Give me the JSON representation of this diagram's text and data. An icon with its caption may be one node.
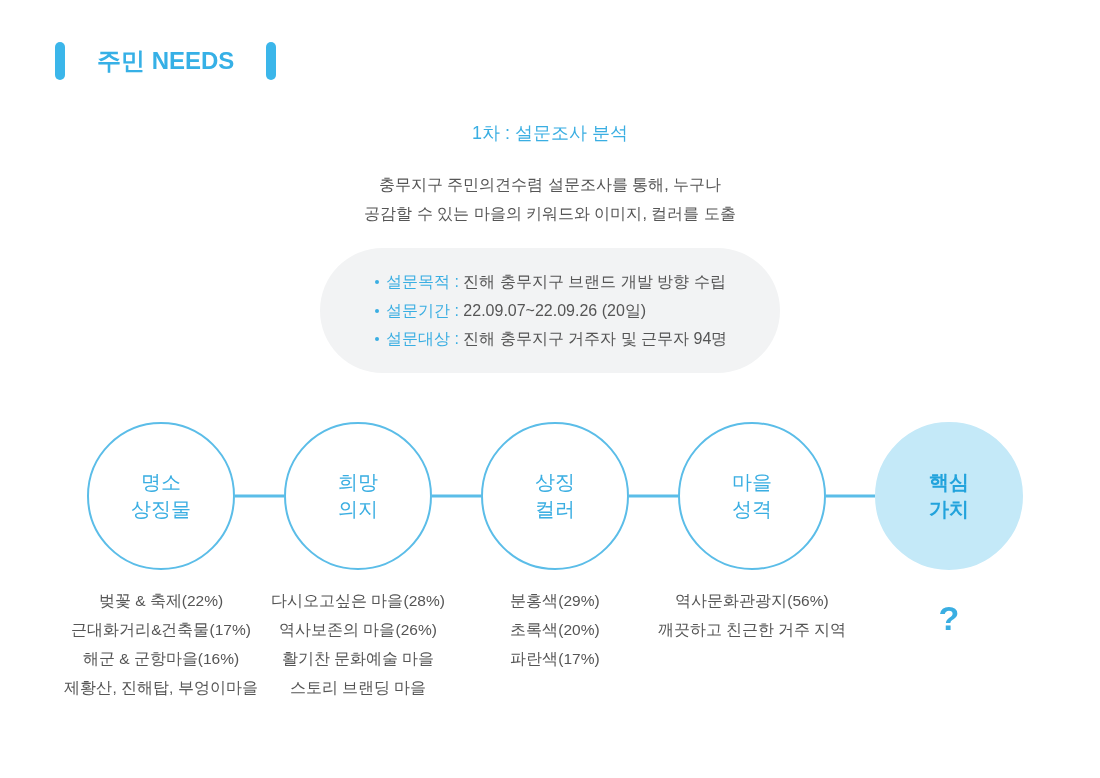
{
  "diagram": {
    "title": "주민 NEEDS",
    "nodes": [
      {
        "text": [
          "**설문목적 :** 진해 충무지구 브랜드 개발 방향 수립",
          "**설문기간 :** 22.09.07~22.09.26 (20일)",
          "**설문대상 :** 진해 충무지구 거주자 및 근무자 94명"
        ]
      },
      {
        "text": [
          "명소 상징물"
        ],
        "beside": [
          "벚꽃 & 축제(22%)",
          "근대화거리&건축물(17%)",
          "해군 & 군항마을(16%)",
          "제황산, 진해탑, 부엉이마을"
        ]
      },
      {
        "text": [
          "희망 의지"
        ],
        "beside": [
          "다시오고싶은 마을(28%)",
          "역사보존의 마을(26%)",
          "활기찬 문화예술 마을",
          "스토리 브랜딩 마을"
        ]
      },
      {
        "text": [
          "상징 컬러"
        ],
        "beside": [
          "분홍색(29%)",
          "초록색(20%)",
          "파란색(17%)"
        ]
      },
      {
        "text": [
          "마을 성격"
        ],
        "beside": [
          "역사문화관광지(56%)",
          "깨끗하고 친근한 거주 지역"
        ]
      },
      {
        "text": [
          "핵심 가치"
        ],
        "beside": [
          "?"
        ]
      }
    ],
    "edges": [
      {
        "from": 1,
        "to": 2,
        "arrow": "none"
      },
      {
        "from": 2,
        "to": 3,
        "arrow": "none"
      },
      {
        "from": 3,
        "to": 4,
        "arrow": "none"
      },
      {
        "from": 4,
        "to": 5,
        "arrow": "none"
      }
    ],
    "labels": [
      "1차 : 설문조사 분석",
      "충무지구 주민의견수렴 설문조사를 통해, 누구나 공감할 수 있는 마을의 키워드와 이미지, 컬러를 도출"
    ]
  }
}
